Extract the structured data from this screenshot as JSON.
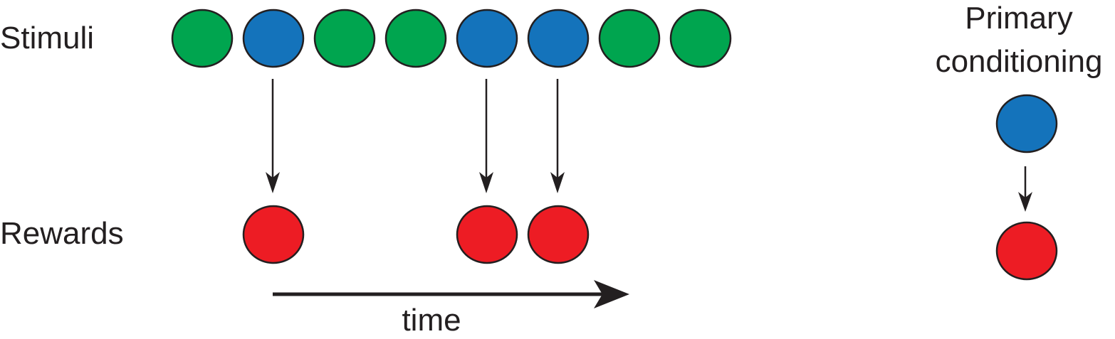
{
  "labels": {
    "stimuli": "Stimuli",
    "rewards": "Rewards",
    "time": "time",
    "primary_line1": "Primary",
    "primary_line2": "conditioning"
  },
  "colors": {
    "stimulus_green": "#00a54f",
    "stimulus_blue": "#1473bb",
    "reward_red": "#ed1c24",
    "outline": "#231f20",
    "text": "#231f20"
  },
  "stimuli_sequence": [
    "green",
    "blue",
    "green",
    "green",
    "blue",
    "blue",
    "green",
    "green"
  ],
  "rewarded_stimulus_color": "blue",
  "primary_conditioning": {
    "stimulus": "blue",
    "outcome": "reward"
  }
}
